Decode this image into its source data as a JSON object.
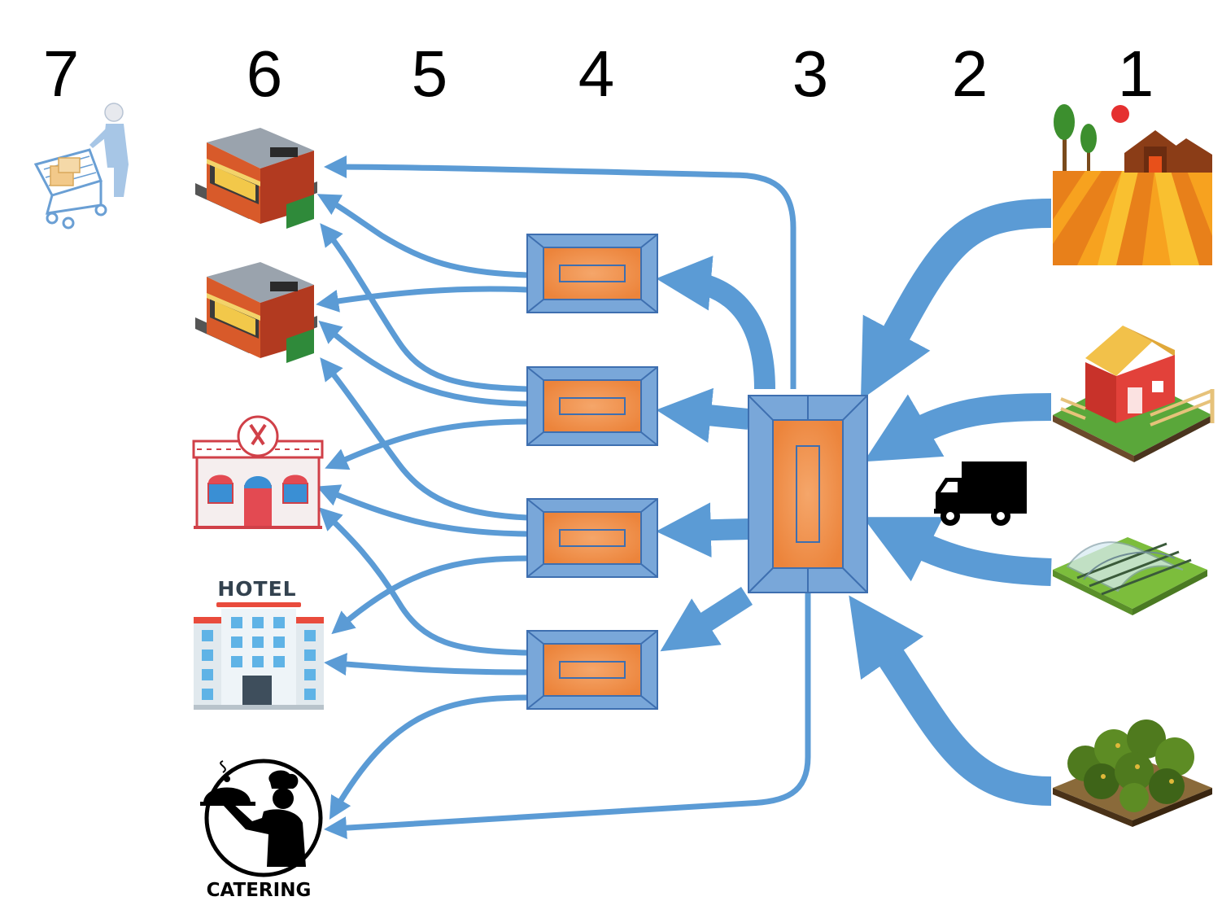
{
  "stage_labels": [
    "7",
    "6",
    "5",
    "4",
    "3",
    "2",
    "1"
  ],
  "nodes": {
    "consumer": {
      "icon": "shopper-cart-icon"
    },
    "shops": [
      {
        "icon": "store-building-icon"
      },
      {
        "icon": "store-building-icon"
      }
    ],
    "restaurant": {
      "icon": "restaurant-icon"
    },
    "hotel": {
      "icon": "hotel-icon",
      "label": "HOTEL"
    },
    "catering": {
      "icon": "catering-icon",
      "label": "CATERING"
    },
    "distributors": [
      {
        "icon": "warehouse-icon"
      },
      {
        "icon": "warehouse-icon"
      },
      {
        "icon": "warehouse-icon"
      },
      {
        "icon": "warehouse-icon"
      }
    ],
    "central_hub": {
      "icon": "central-warehouse-icon"
    },
    "transport": {
      "icon": "truck-icon"
    },
    "producers": [
      {
        "icon": "crop-field-farm-icon"
      },
      {
        "icon": "barn-farm-icon"
      },
      {
        "icon": "greenhouse-icon"
      },
      {
        "icon": "orchard-icon"
      }
    ]
  },
  "colors": {
    "flow": "#5b9bd5",
    "box_blue": "#79a7d9",
    "box_orange": "#ed8b45",
    "box_outline": "#3e6fb0"
  }
}
